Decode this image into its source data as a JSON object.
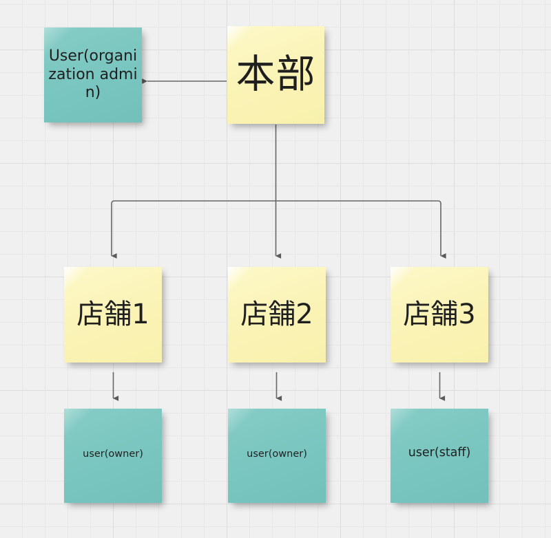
{
  "diagram": {
    "title_hint": "organization hierarchy sticky-note diagram",
    "background_color": "#f0f0f0",
    "grid_minor_color": "#e7e7e7",
    "grid_major_color": "#dcdcdc",
    "connector_color": "#666666",
    "note_yellow_color": "#faf3b5",
    "note_teal_color": "#79c5bf",
    "text_color": "#1f1f1f"
  },
  "nodes": {
    "headquarters": {
      "label": "本部",
      "type": "organization",
      "color": "#faf3b5"
    },
    "org_admin_user": {
      "label": "User(organization admin)",
      "type": "user",
      "color": "#79c5bf"
    },
    "store_1": {
      "label": "店舗1",
      "type": "store",
      "color": "#faf3b5"
    },
    "store_2": {
      "label": "店舗2",
      "type": "store",
      "color": "#faf3b5"
    },
    "store_3": {
      "label": "店舗3",
      "type": "store",
      "color": "#faf3b5"
    },
    "store_1_user": {
      "label": "user(owner)",
      "type": "user",
      "color": "#79c5bf"
    },
    "store_2_user": {
      "label": "user(owner)",
      "type": "user",
      "color": "#79c5bf"
    },
    "store_3_user": {
      "label": "user(staff)",
      "type": "user",
      "color": "#79c5bf"
    }
  },
  "edges": [
    {
      "from": "headquarters",
      "to": "org_admin_user",
      "direction": "left",
      "style": "straight-arrow"
    },
    {
      "from": "headquarters",
      "to": "store_1",
      "direction": "down",
      "style": "orthogonal-bus-arrow"
    },
    {
      "from": "headquarters",
      "to": "store_2",
      "direction": "down",
      "style": "orthogonal-bus-arrow"
    },
    {
      "from": "headquarters",
      "to": "store_3",
      "direction": "down",
      "style": "orthogonal-bus-arrow"
    },
    {
      "from": "store_1",
      "to": "store_1_user",
      "direction": "down",
      "style": "straight-arrow"
    },
    {
      "from": "store_2",
      "to": "store_2_user",
      "direction": "down",
      "style": "straight-arrow"
    },
    {
      "from": "store_3",
      "to": "store_3_user",
      "direction": "down",
      "style": "straight-arrow"
    }
  ]
}
